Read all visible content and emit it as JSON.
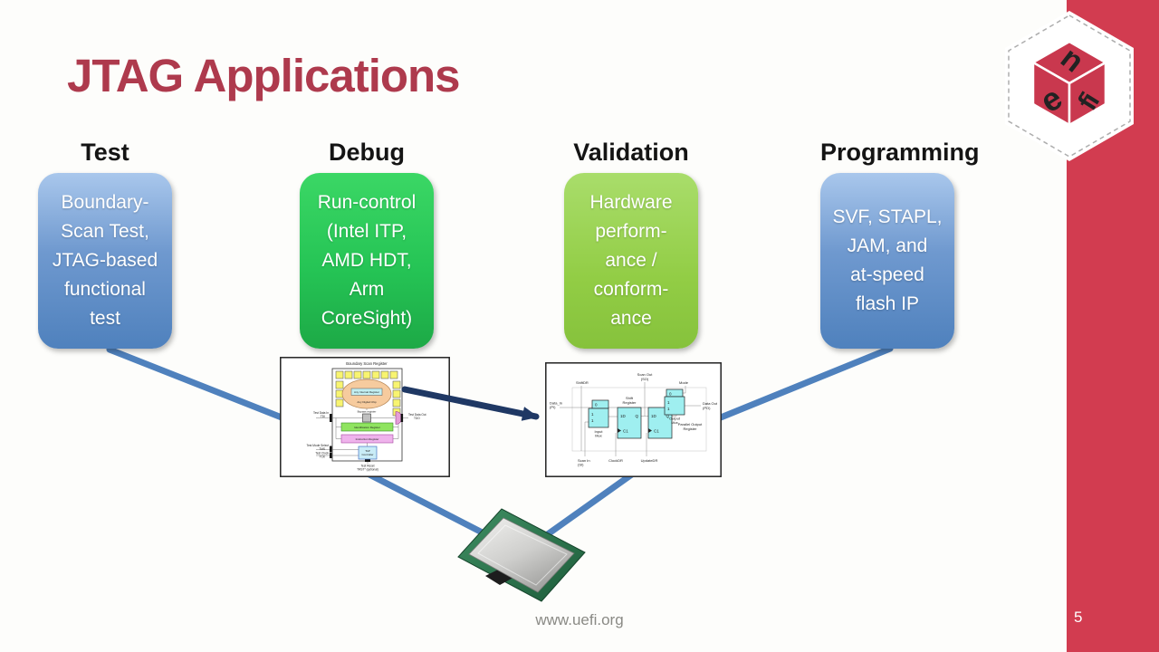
{
  "slide": {
    "title": "JTAG Applications"
  },
  "footer": {
    "url": "www.uefi.org",
    "page": "5"
  },
  "logo": {
    "letters": [
      "u",
      "e",
      "fi"
    ]
  },
  "colors": {
    "accent_bar_red": "#d23c50",
    "title_red": "#ae3a4d",
    "box_blue": "#4f81bd",
    "box_green": "#22c355",
    "box_light_green": "#93ce49",
    "connector_blue": "#4f81bd",
    "connector_navy": "#1f3864"
  },
  "columns": [
    {
      "heading": "Test",
      "box_text": "Boundary-\nScan Test,\nJTAG-based\nfunctional\ntest"
    },
    {
      "heading": "Debug",
      "box_text": "Run-control\n(Intel ITP,\nAMD HDT,\nArm\nCoreSight)"
    },
    {
      "heading": "Validation",
      "box_text": "Hardware\nperform-\nance /\nconform-\nance"
    },
    {
      "heading": "Programming",
      "box_text": "SVF, STAPL,\nJAM, and\nat-speed\nflash IP"
    }
  ],
  "bsr": {
    "title": "Boundary Scan Register",
    "any_internal_register": "Any Internal Register",
    "any_digital_chip": "Any Digital Chip",
    "bypass_register": "Bypass register",
    "identification_register": "Identification Register",
    "instruction_register": "Instruction Register",
    "tap1": "TAP",
    "tap2": "Controller",
    "tdi1": "Test Data In",
    "tdi2": "TDI",
    "tdo1": "Test Data Out",
    "tdo2": "TDO",
    "tms1": "Test Mode Select",
    "tms2": "TMS",
    "tck1": "Test Clock",
    "tck2": "TCK",
    "trst1": "Test Reset",
    "trst2": "TRST* (optional)"
  },
  "cell": {
    "shiftdr": "ShiftDR",
    "scanout1": "Scan Out",
    "scanout2": "(SO)",
    "mode": "Mode",
    "datain1": "Data_In",
    "datain2": "(PI)",
    "scanin1": "Scan In",
    "scanin2": "(SI)",
    "clockdr": "ClockDR",
    "updatedr": "UpdateDR",
    "dataout1": "Data Out",
    "dataout2": "(PO)",
    "mux0": "0",
    "mux1": "1",
    "d": "1D",
    "q": "Q",
    "c": "C1",
    "inputmux1": "Input",
    "inputmux2": "Mux",
    "shiftreg1": "Shift",
    "shiftreg2": "Register",
    "por1": "Parallel Output",
    "por2": "Register",
    "outputmux1": "Output",
    "outputmux2": "Mux"
  }
}
